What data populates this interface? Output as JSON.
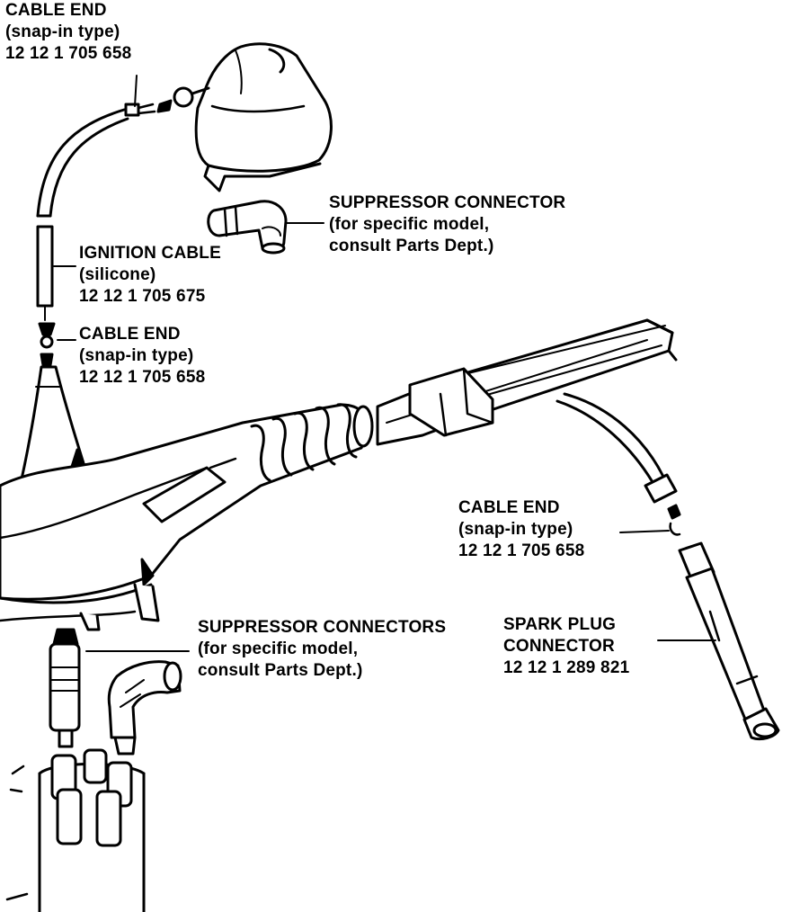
{
  "colors": {
    "ink": "#000000",
    "paper": "#ffffff"
  },
  "labels": {
    "cable_end_top": {
      "line1": "CABLE END",
      "line2": "(snap-in type)",
      "line3": "12 12 1 705 658"
    },
    "suppressor_connector": {
      "line1": "SUPPRESSOR CONNECTOR",
      "line2": "(for specific model,",
      "line3": "consult Parts Dept.)"
    },
    "ignition_cable": {
      "line1": "IGNITION CABLE",
      "line2": "(silicone)",
      "line3": "12 12 1 705 675"
    },
    "cable_end_mid": {
      "line1": "CABLE END",
      "line2": "(snap-in type)",
      "line3": "12 12 1 705 658"
    },
    "cable_end_right": {
      "line1": "CABLE END",
      "line2": "(snap-in type)",
      "line3": "12 12 1 705 658"
    },
    "suppressor_connectors": {
      "line1": "SUPPRESSOR CONNECTORS",
      "line2": "(for specific model,",
      "line3": "consult Parts Dept.)"
    },
    "spark_plug_connector": {
      "line1": "SPARK PLUG",
      "line2": "CONNECTOR",
      "line3": "12 12 1 289 821"
    }
  }
}
